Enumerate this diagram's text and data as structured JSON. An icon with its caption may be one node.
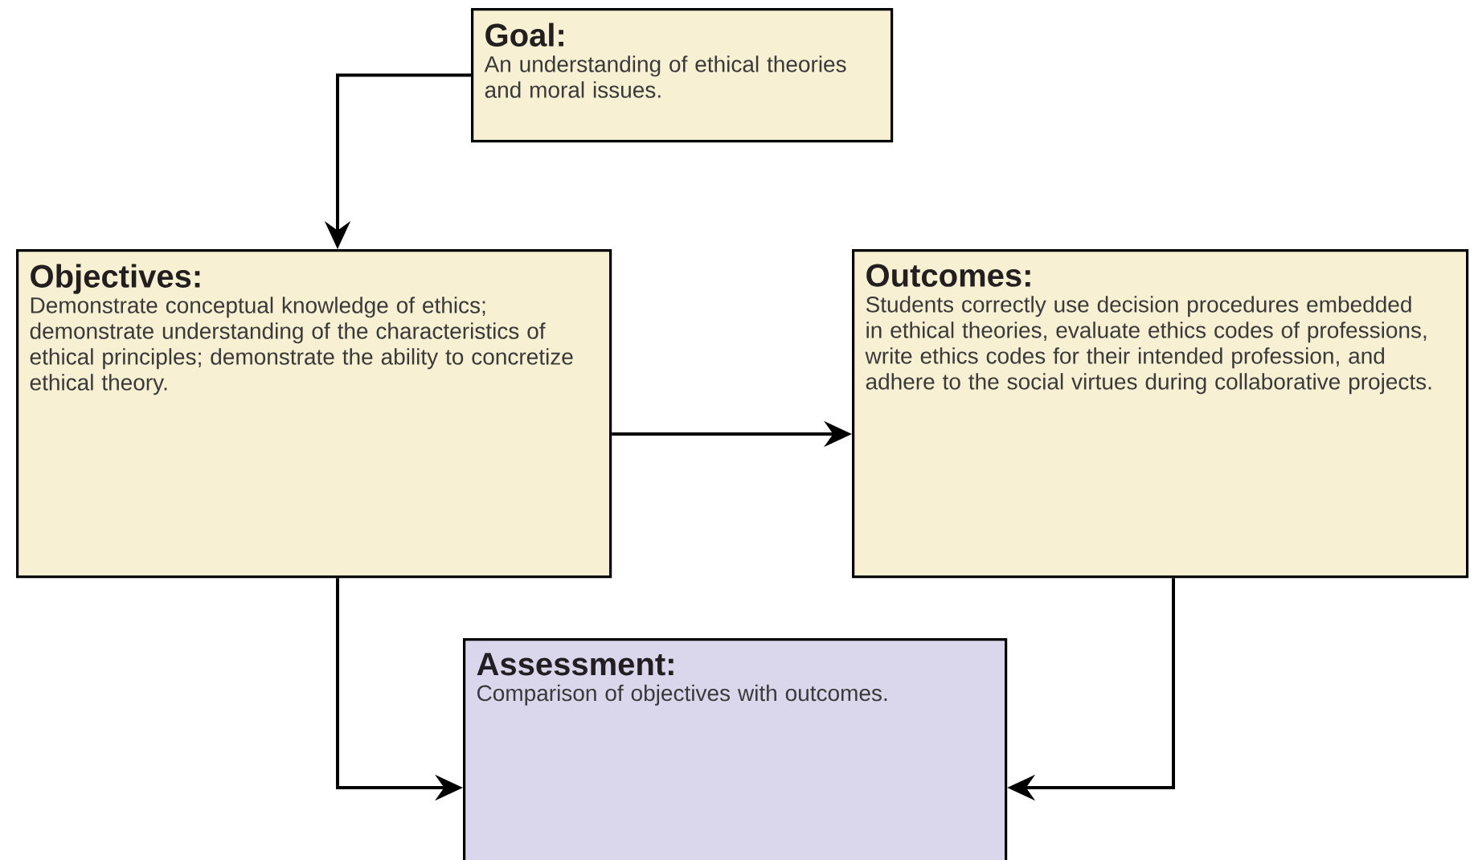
{
  "diagram": {
    "nodes": [
      {
        "text": [
          "Goal:",
          "An understanding of ethical theories and moral issues."
        ]
      },
      {
        "text": [
          "Objectives:",
          "Demonstrate conceptual knowledge of ethics; demonstrate understanding of the characteristics of ethical principles; demonstrate the ability to concretize ethical theory."
        ]
      },
      {
        "text": [
          "Outcomes:",
          "Students correctly use decision procedures embedded in ethical theories, evaluate ethics codes of professions, write ethics codes for their intended profession, and adhere to the social virtues during collaborative projects."
        ]
      },
      {
        "text": [
          "Assessment:",
          "Comparison of objectives with outcomes."
        ]
      }
    ],
    "edges": [
      {
        "from": 0,
        "to": 1,
        "arrow": "to"
      },
      {
        "from": 1,
        "to": 2,
        "arrow": "to"
      },
      {
        "from": 1,
        "to": 3,
        "arrow": "to"
      },
      {
        "from": 2,
        "to": 3,
        "arrow": "to"
      }
    ]
  }
}
